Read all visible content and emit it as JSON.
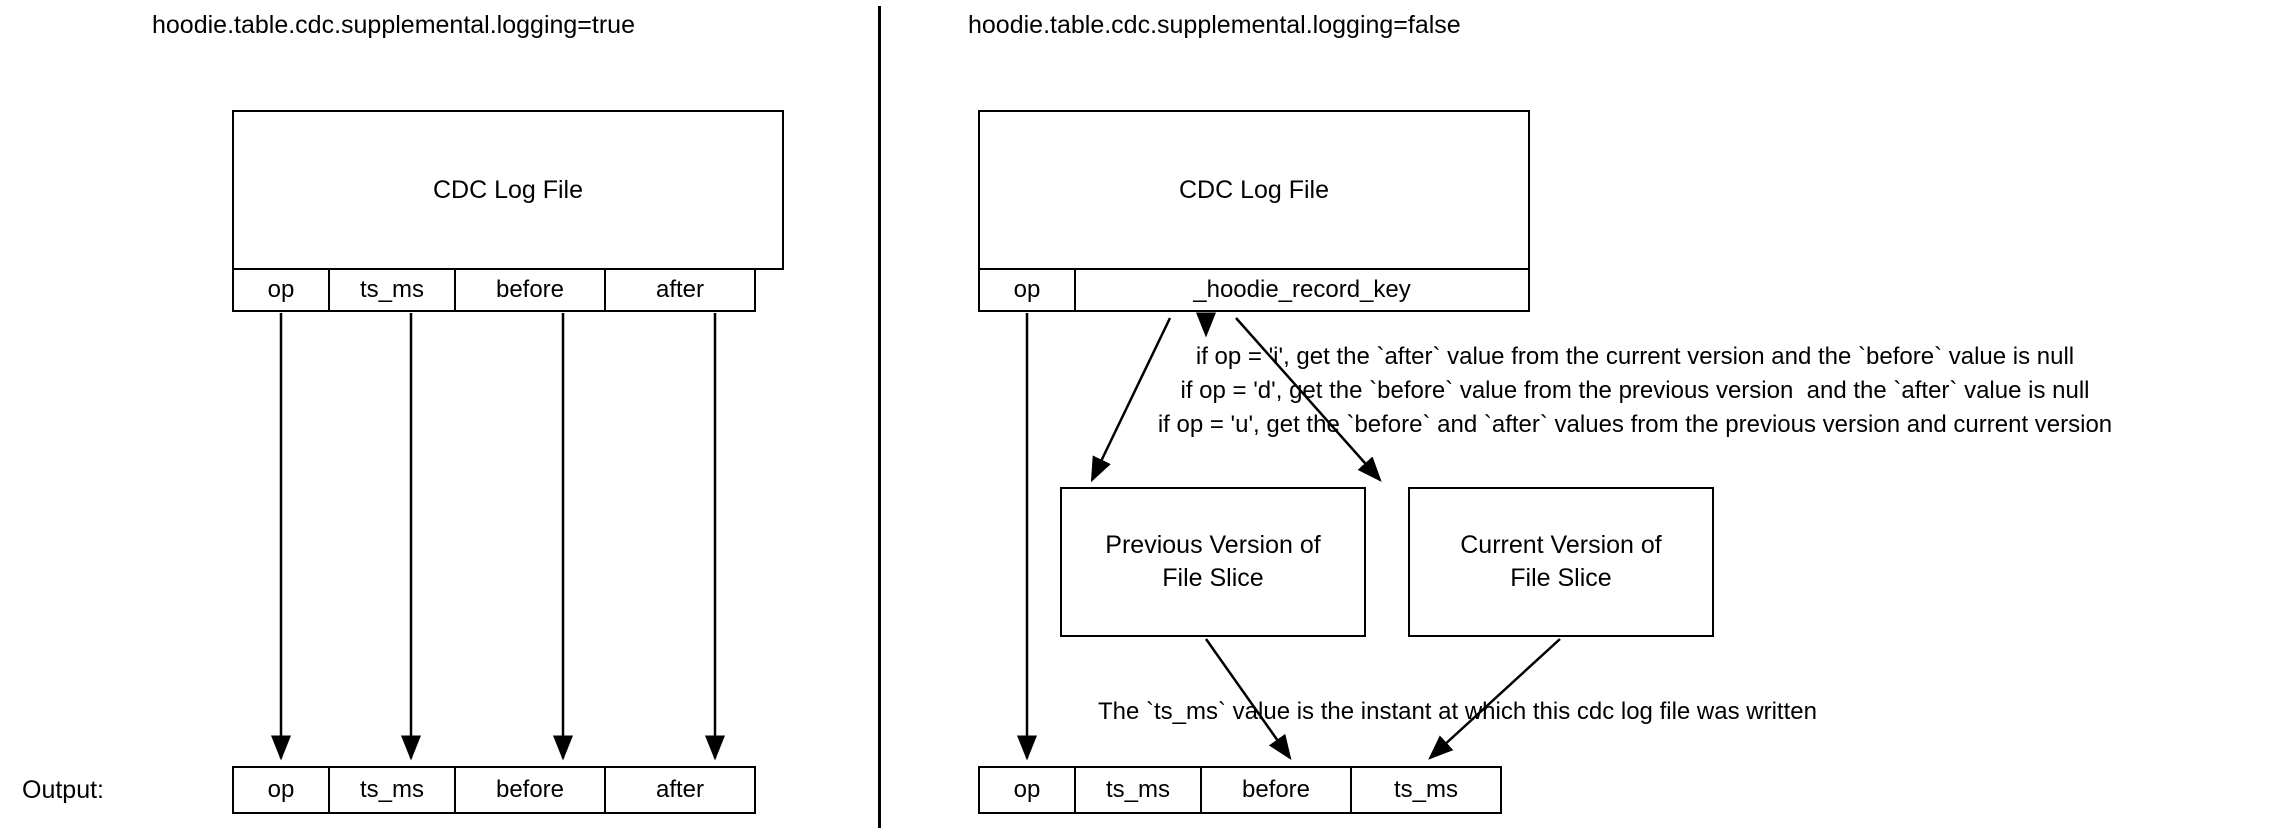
{
  "left_panel": {
    "title": "hoodie.table.cdc.supplemental.logging=true",
    "cdc_log_file_label": "CDC Log File",
    "columns": [
      "op",
      "ts_ms",
      "before",
      "after"
    ],
    "output_label": "Output:",
    "output_columns": [
      "op",
      "ts_ms",
      "before",
      "after"
    ]
  },
  "right_panel": {
    "title": "hoodie.table.cdc.supplemental.logging=false",
    "cdc_log_file_label": "CDC Log File",
    "columns": [
      "op",
      "_hoodie_record_key"
    ],
    "notes": [
      "if op = 'i', get the `after` value from the current version and the `before` value is null",
      "if op = 'd', get the `before` value from the previous version  and the `after` value is null",
      "if op = 'u', get the `before` and `after` values from the previous version and current version"
    ],
    "previous_version_box": "Previous Version of\nFile Slice",
    "current_version_box": "Current Version of\nFile Slice",
    "ts_note": "The `ts_ms` value is the instant at which this cdc log file was written",
    "output_columns": [
      "op",
      "ts_ms",
      "before",
      "ts_ms"
    ]
  },
  "colors": {
    "stroke": "#000000",
    "background": "#ffffff",
    "text": "#000000"
  }
}
